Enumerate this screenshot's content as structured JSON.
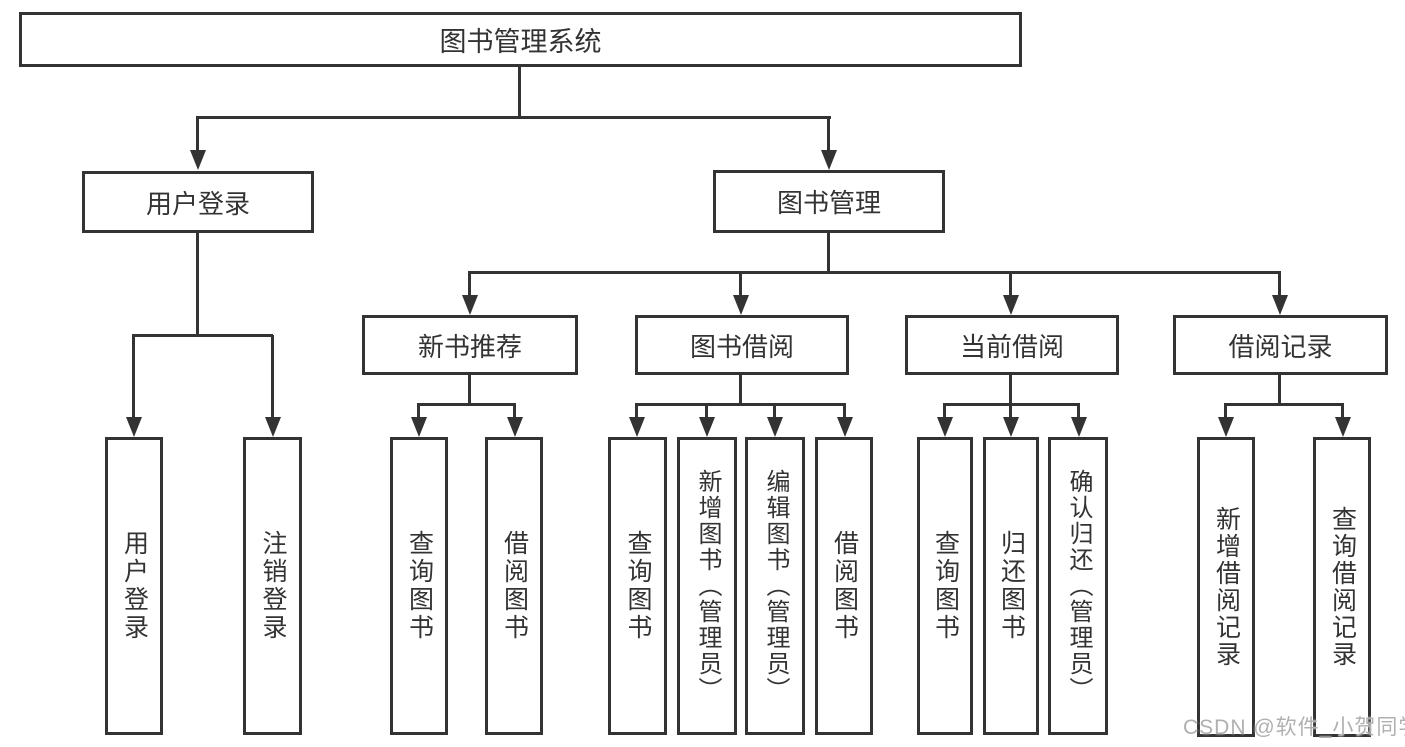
{
  "diagram": {
    "title": "图书管理系统",
    "watermark": "CSDN @软件_小贺同学",
    "colors": {
      "line": "#333333",
      "text": "#333333",
      "box_bg": "#ffffff",
      "watermark": "#b0b0b0"
    },
    "nodes": {
      "root": "图书管理系统",
      "user_login": "用户登录",
      "book_mgmt": "图书管理",
      "new_book_rec": "新书推荐",
      "book_borrow": "图书借阅",
      "current_borrow": "当前借阅",
      "borrow_records": "借阅记录",
      "leaf_user_login": "用户登录",
      "leaf_logout": "注销登录",
      "leaf_query_book_1": "查询图书",
      "leaf_borrow_book_1": "借阅图书",
      "leaf_query_book_2": "查询图书",
      "leaf_add_book": "新增图书（管理员）",
      "leaf_edit_book": "编辑图书（管理员）",
      "leaf_borrow_book_2": "借阅图书",
      "leaf_query_book_3": "查询图书",
      "leaf_return_book": "归还图书",
      "leaf_confirm_return": "确认归还（管理员）",
      "leaf_add_record": "新增借阅记录",
      "leaf_query_record": "查询借阅记录"
    }
  }
}
